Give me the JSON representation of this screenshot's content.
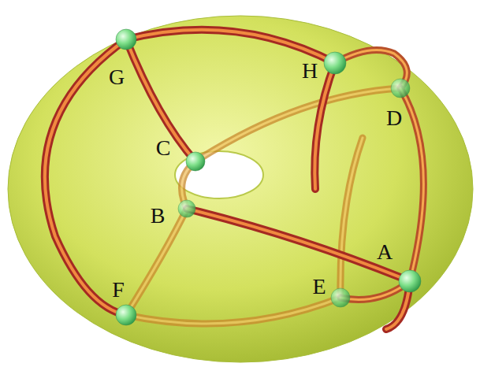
{
  "diagram": {
    "labels": [
      "G",
      "H",
      "D",
      "C",
      "B",
      "F",
      "E",
      "A"
    ]
  }
}
